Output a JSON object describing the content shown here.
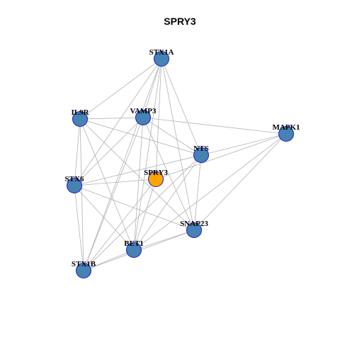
{
  "title": "SPRY3",
  "colors": {
    "background": "#ffffff",
    "edge": "#b3b3b3",
    "node_default": "#4682b4",
    "node_border": "#1a1acc",
    "node_highlight": "#ffa500",
    "node_highlight_border": "#555555"
  },
  "network": {
    "nodes": [
      {
        "id": "STX1A",
        "label": "STX1A",
        "highlight": false
      },
      {
        "id": "IL9R",
        "label": "IL9R",
        "highlight": false
      },
      {
        "id": "VAMP3",
        "label": "VAMP3",
        "highlight": false
      },
      {
        "id": "MAPK1",
        "label": "MAPK1",
        "highlight": false
      },
      {
        "id": "NTS",
        "label": "NTS",
        "highlight": false
      },
      {
        "id": "SPRY3",
        "label": "SPRY3",
        "highlight": true
      },
      {
        "id": "STX6",
        "label": "STX6",
        "highlight": false
      },
      {
        "id": "SNAP23",
        "label": "SNAP23",
        "highlight": false
      },
      {
        "id": "BET1",
        "label": "BET1",
        "highlight": false
      },
      {
        "id": "STX1B",
        "label": "STX1B",
        "highlight": false
      }
    ],
    "edges": [
      [
        "STX1A",
        "IL9R"
      ],
      [
        "STX1A",
        "VAMP3"
      ],
      [
        "STX1A",
        "NTS"
      ],
      [
        "STX1A",
        "SPRY3"
      ],
      [
        "STX1A",
        "STX6"
      ],
      [
        "STX1A",
        "SNAP23"
      ],
      [
        "STX1A",
        "BET1"
      ],
      [
        "STX1A",
        "STX1B"
      ],
      [
        "IL9R",
        "VAMP3"
      ],
      [
        "IL9R",
        "NTS"
      ],
      [
        "IL9R",
        "STX6"
      ],
      [
        "IL9R",
        "SNAP23"
      ],
      [
        "IL9R",
        "BET1"
      ],
      [
        "IL9R",
        "STX1B"
      ],
      [
        "VAMP3",
        "MAPK1"
      ],
      [
        "VAMP3",
        "NTS"
      ],
      [
        "VAMP3",
        "STX6"
      ],
      [
        "VAMP3",
        "SNAP23"
      ],
      [
        "VAMP3",
        "BET1"
      ],
      [
        "VAMP3",
        "STX1B"
      ],
      [
        "MAPK1",
        "NTS"
      ],
      [
        "MAPK1",
        "SPRY3"
      ],
      [
        "MAPK1",
        "SNAP23"
      ],
      [
        "MAPK1",
        "BET1"
      ],
      [
        "NTS",
        "STX6"
      ],
      [
        "NTS",
        "SNAP23"
      ],
      [
        "NTS",
        "BET1"
      ],
      [
        "NTS",
        "STX1B"
      ],
      [
        "SPRY3",
        "STX6"
      ],
      [
        "SPRY3",
        "BET1"
      ],
      [
        "SPRY3",
        "STX1B"
      ],
      [
        "STX6",
        "SNAP23"
      ],
      [
        "STX6",
        "BET1"
      ],
      [
        "STX6",
        "STX1B"
      ],
      [
        "SNAP23",
        "BET1"
      ],
      [
        "SNAP23",
        "STX1B"
      ],
      [
        "BET1",
        "STX1B"
      ]
    ]
  }
}
